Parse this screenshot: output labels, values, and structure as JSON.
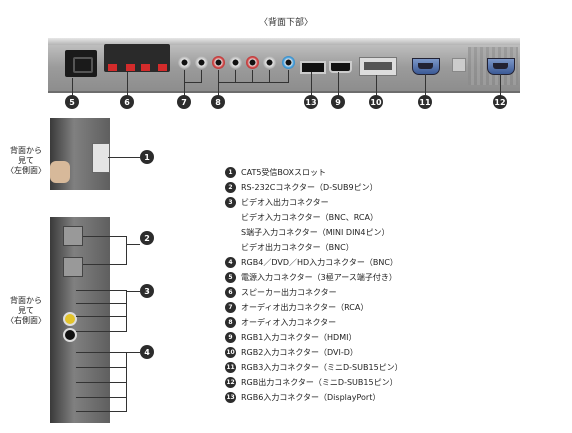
{
  "top_caption": "〈背面下部〉",
  "side_left_caption": [
    "背面から",
    "見て",
    "〈左側面〉"
  ],
  "side_right_caption": [
    "背面から",
    "見て",
    "〈右側面〉"
  ],
  "badges": {
    "n1": "1",
    "n2": "2",
    "n3": "3",
    "n4": "4",
    "n5": "5",
    "n6": "6",
    "n7": "7",
    "n8": "8",
    "n9": "9",
    "n10": "10",
    "n11": "11",
    "n12": "12",
    "n13": "13"
  },
  "legend": [
    {
      "num": "1",
      "text": "CAT5受信BOXスロット"
    },
    {
      "num": "2",
      "text": "RS-232Cコネクター（D-SUB9ピン）"
    },
    {
      "num": "3",
      "text": "ビデオ入出力コネクター"
    },
    {
      "num": "",
      "text": "ビデオ入力コネクター（BNC、RCA）"
    },
    {
      "num": "",
      "text": "S端子入力コネクター（MINI DIN4ピン）"
    },
    {
      "num": "",
      "text": "ビデオ出力コネクター（BNC）"
    },
    {
      "num": "4",
      "text": "RGB4／DVD／HD入力コネクター（BNC）"
    },
    {
      "num": "5",
      "text": "電源入力コネクター（3極アース端子付き）"
    },
    {
      "num": "6",
      "text": "スピーカー出力コネクター"
    },
    {
      "num": "7",
      "text": "オーディオ出力コネクター（RCA）"
    },
    {
      "num": "8",
      "text": "オーディオ入力コネクター"
    },
    {
      "num": "9",
      "text": "RGB1入力コネクター（HDMI）"
    },
    {
      "num": "10",
      "text": "RGB2入力コネクター（DVI-D）"
    },
    {
      "num": "11",
      "text": "RGB3入力コネクター（ミニD-SUB15ピン）"
    },
    {
      "num": "12",
      "text": "RGB出力コネクター（ミニD-SUB15ピン）"
    },
    {
      "num": "13",
      "text": "RGB6入力コネクター（DisplayPort）"
    }
  ]
}
